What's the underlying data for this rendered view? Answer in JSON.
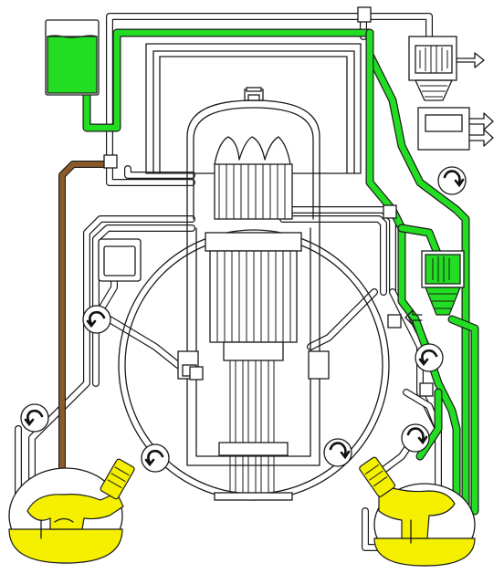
{
  "diagram": {
    "kind": "nuclear reactor coolant schematic",
    "labels": [],
    "colors": {
      "background": "#ffffff",
      "outline": "#1a1a1a",
      "green_coolant": "#22dd22",
      "yellow_fluid": "#f4f000",
      "brown_pipe": "#8b5a2b",
      "yellow_vessel": "#f4f000"
    },
    "components": [
      {
        "id": "tank",
        "name": "water-tank",
        "fill": "green_coolant"
      },
      {
        "id": "turbine",
        "name": "upper-turbine"
      },
      {
        "id": "generator",
        "name": "generator"
      },
      {
        "id": "small-turbine",
        "name": "lower-turbine",
        "fill": "green_coolant"
      },
      {
        "id": "reactor",
        "name": "reactor-containment"
      },
      {
        "id": "core",
        "name": "reactor-core"
      },
      {
        "id": "steam-gen-left",
        "name": "steam-generator-left",
        "fill": "yellow_fluid"
      },
      {
        "id": "steam-gen-right",
        "name": "steam-generator-right",
        "fill": "yellow_fluid"
      },
      {
        "id": "aux-tank",
        "name": "auxiliary-tank"
      }
    ],
    "pumps": [
      {
        "id": "p1",
        "direction": "clockwise"
      },
      {
        "id": "p2",
        "direction": "counter-clockwise"
      },
      {
        "id": "p3",
        "direction": "counter-clockwise"
      },
      {
        "id": "p4",
        "direction": "counter-clockwise"
      },
      {
        "id": "p5",
        "direction": "clockwise"
      },
      {
        "id": "p6",
        "direction": "clockwise"
      },
      {
        "id": "p7",
        "direction": "counter-clockwise"
      },
      {
        "id": "p8",
        "direction": "clockwise"
      }
    ]
  }
}
